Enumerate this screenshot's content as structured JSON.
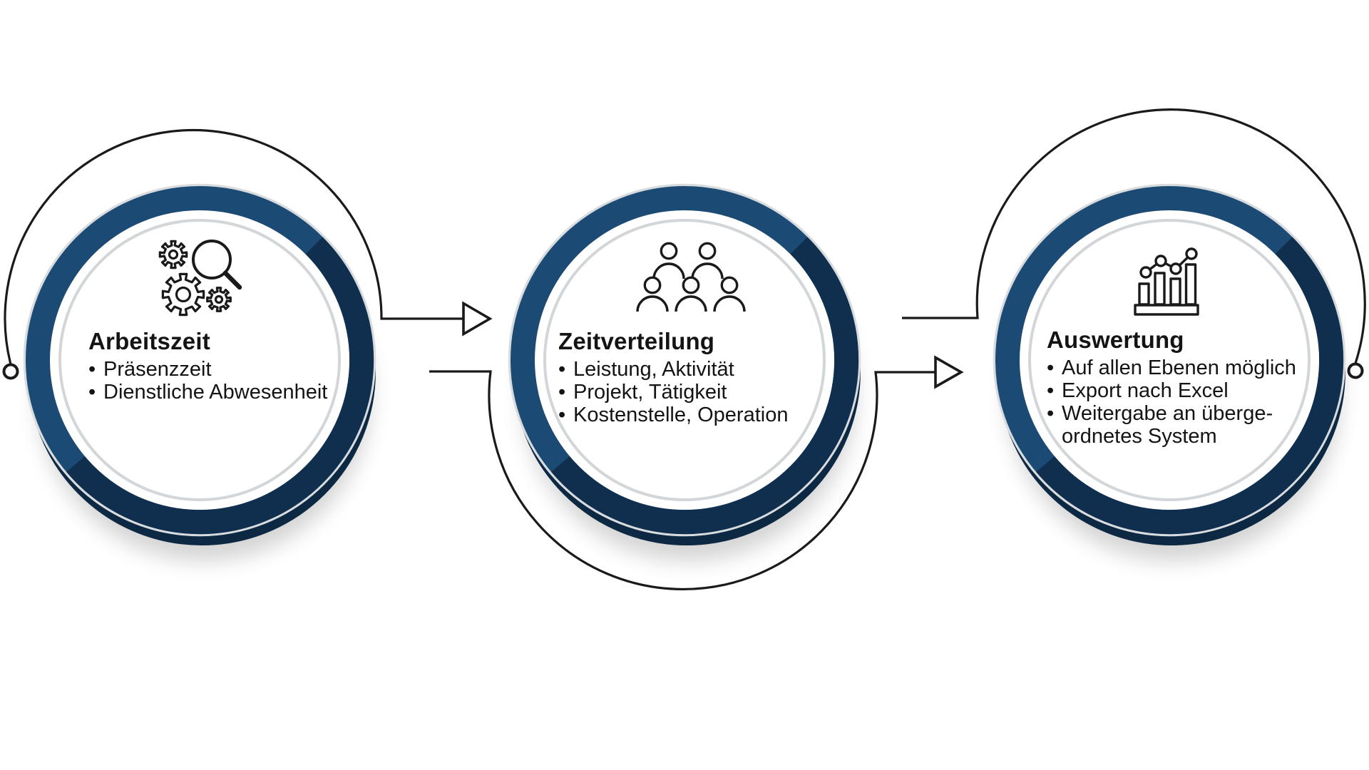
{
  "colors": {
    "ring_blue": "#1b4a74",
    "ring_blue_dark": "#102f4f",
    "ring_under": "#0c2843",
    "halo_gray": "#d9dcde",
    "disk_edge": "#d2d6d9",
    "line_black": "#1a1a1a",
    "text": "#141414"
  },
  "steps": [
    {
      "icon": "gears-magnifier-icon",
      "title": "Arbeitszeit",
      "bullets": [
        "Präsenzzeit",
        "Dienstliche Abwesenheit"
      ]
    },
    {
      "icon": "people-group-icon",
      "title": "Zeitverteilung",
      "bullets": [
        "Leistung, Aktivität",
        "Projekt, Tätigkeit",
        "Kostenstelle, Operation"
      ]
    },
    {
      "icon": "bar-chart-trend-icon",
      "title": "Auswertung",
      "bullets": [
        "Auf allen Ebenen möglich",
        "Export nach Excel",
        "Weitergabe an überge-ordnetes System"
      ]
    }
  ]
}
